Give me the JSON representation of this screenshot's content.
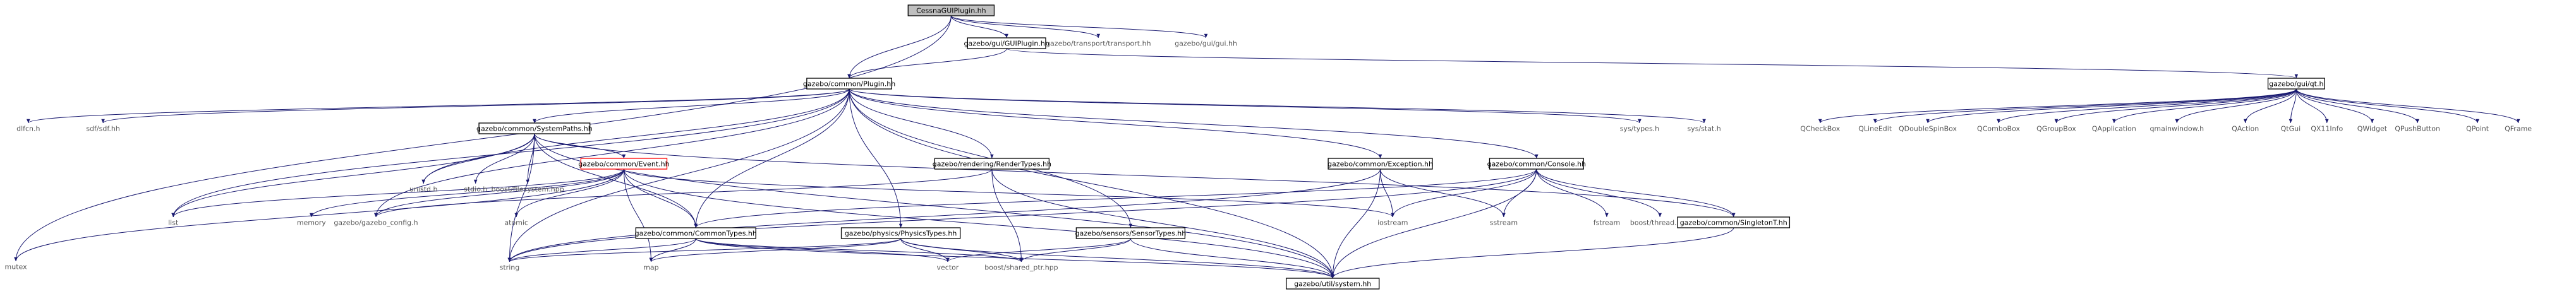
{
  "nodes": [
    {
      "id": "root",
      "label": "CessnaGUIPlugin.hh",
      "style": "filled"
    },
    {
      "id": "guiplugin",
      "label": "gazebo/gui/GUIPlugin.hh",
      "style": "boxed"
    },
    {
      "id": "transport",
      "label": "gazebo/transport/transport.hh",
      "style": "plain"
    },
    {
      "id": "guihh",
      "label": "gazebo/gui/gui.hh",
      "style": "plain"
    },
    {
      "id": "mutex",
      "label": "mutex",
      "style": "plain"
    },
    {
      "id": "plugin",
      "label": "gazebo/common/Plugin.hh",
      "style": "boxed"
    },
    {
      "id": "qt",
      "label": "gazebo/gui/qt.h",
      "style": "boxed"
    },
    {
      "id": "dlfcn",
      "label": "dlfcn.h",
      "style": "plain"
    },
    {
      "id": "sdf",
      "label": "sdf/sdf.hh",
      "style": "plain"
    },
    {
      "id": "systempaths",
      "label": "gazebo/common/SystemPaths.hh",
      "style": "boxed"
    },
    {
      "id": "systypes",
      "label": "sys/types.h",
      "style": "plain"
    },
    {
      "id": "sysstat",
      "label": "sys/stat.h",
      "style": "plain"
    },
    {
      "id": "qcheckbox",
      "label": "QCheckBox",
      "style": "plain"
    },
    {
      "id": "qlineedit",
      "label": "QLineEdit",
      "style": "plain"
    },
    {
      "id": "qdoublespinbox",
      "label": "QDoubleSpinBox",
      "style": "plain"
    },
    {
      "id": "qcombobox",
      "label": "QComboBox",
      "style": "plain"
    },
    {
      "id": "qgroupbox",
      "label": "QGroupBox",
      "style": "plain"
    },
    {
      "id": "qapplication",
      "label": "QApplication",
      "style": "plain"
    },
    {
      "id": "qmainwindow",
      "label": "qmainwindow.h",
      "style": "plain"
    },
    {
      "id": "qaction",
      "label": "QAction",
      "style": "plain"
    },
    {
      "id": "qtgui",
      "label": "QtGui",
      "style": "plain"
    },
    {
      "id": "qx11info",
      "label": "QX11Info",
      "style": "plain"
    },
    {
      "id": "qwidget",
      "label": "QWidget",
      "style": "plain"
    },
    {
      "id": "qpushbutton",
      "label": "QPushButton",
      "style": "plain"
    },
    {
      "id": "qpoint",
      "label": "QPoint",
      "style": "plain"
    },
    {
      "id": "qframe",
      "label": "QFrame",
      "style": "plain"
    },
    {
      "id": "unistd",
      "label": "unistd.h",
      "style": "plain"
    },
    {
      "id": "stdio",
      "label": "stdio.h",
      "style": "plain"
    },
    {
      "id": "boostfs",
      "label": "boost/filesystem.hpp",
      "style": "plain"
    },
    {
      "id": "event",
      "label": "gazebo/common/Event.hh",
      "style": "red"
    },
    {
      "id": "rendertypes",
      "label": "gazebo/rendering/RenderTypes.hh",
      "style": "boxed"
    },
    {
      "id": "exception",
      "label": "gazebo/common/Exception.hh",
      "style": "boxed"
    },
    {
      "id": "console",
      "label": "gazebo/common/Console.hh",
      "style": "boxed"
    },
    {
      "id": "list",
      "label": "list",
      "style": "plain"
    },
    {
      "id": "memory",
      "label": "memory",
      "style": "plain"
    },
    {
      "id": "config",
      "label": "gazebo/gazebo_config.h",
      "style": "plain"
    },
    {
      "id": "atomic",
      "label": "atomic",
      "style": "plain"
    },
    {
      "id": "iostream",
      "label": "iostream",
      "style": "plain"
    },
    {
      "id": "sstream",
      "label": "sstream",
      "style": "plain"
    },
    {
      "id": "fstream",
      "label": "fstream",
      "style": "plain"
    },
    {
      "id": "boostthread",
      "label": "boost/thread.hpp",
      "style": "plain"
    },
    {
      "id": "singleton",
      "label": "gazebo/common/SingletonT.hh",
      "style": "boxed"
    },
    {
      "id": "commontypes",
      "label": "gazebo/common/CommonTypes.hh",
      "style": "boxed"
    },
    {
      "id": "physicstypes",
      "label": "gazebo/physics/PhysicsTypes.hh",
      "style": "boxed"
    },
    {
      "id": "sensortypes",
      "label": "gazebo/sensors/SensorTypes.hh",
      "style": "boxed"
    },
    {
      "id": "string",
      "label": "string",
      "style": "plain"
    },
    {
      "id": "map",
      "label": "map",
      "style": "plain"
    },
    {
      "id": "vector",
      "label": "vector",
      "style": "plain"
    },
    {
      "id": "sharedptr",
      "label": "boost/shared_ptr.hpp",
      "style": "plain"
    },
    {
      "id": "system",
      "label": "gazebo/util/system.hh",
      "style": "boxed"
    }
  ],
  "edges": [
    [
      "root",
      "guiplugin"
    ],
    [
      "root",
      "transport"
    ],
    [
      "root",
      "guihh"
    ],
    [
      "root",
      "mutex"
    ],
    [
      "root",
      "plugin"
    ],
    [
      "guiplugin",
      "plugin"
    ],
    [
      "guiplugin",
      "qt"
    ],
    [
      "qt",
      "qcheckbox"
    ],
    [
      "qt",
      "qlineedit"
    ],
    [
      "qt",
      "qdoublespinbox"
    ],
    [
      "qt",
      "qcombobox"
    ],
    [
      "qt",
      "qgroupbox"
    ],
    [
      "qt",
      "qapplication"
    ],
    [
      "qt",
      "qmainwindow"
    ],
    [
      "qt",
      "qaction"
    ],
    [
      "qt",
      "qtgui"
    ],
    [
      "qt",
      "qx11info"
    ],
    [
      "qt",
      "qwidget"
    ],
    [
      "qt",
      "qpushbutton"
    ],
    [
      "qt",
      "qpoint"
    ],
    [
      "qt",
      "qframe"
    ],
    [
      "plugin",
      "dlfcn"
    ],
    [
      "plugin",
      "sdf"
    ],
    [
      "plugin",
      "systempaths"
    ],
    [
      "plugin",
      "unistd"
    ],
    [
      "plugin",
      "list"
    ],
    [
      "plugin",
      "config"
    ],
    [
      "plugin",
      "string"
    ],
    [
      "plugin",
      "commontypes"
    ],
    [
      "plugin",
      "physicstypes"
    ],
    [
      "plugin",
      "rendertypes"
    ],
    [
      "plugin",
      "sensortypes"
    ],
    [
      "plugin",
      "exception"
    ],
    [
      "plugin",
      "console"
    ],
    [
      "plugin",
      "systypes"
    ],
    [
      "plugin",
      "sysstat"
    ],
    [
      "plugin",
      "system"
    ],
    [
      "systempaths",
      "unistd"
    ],
    [
      "systempaths",
      "stdio"
    ],
    [
      "systempaths",
      "boostfs"
    ],
    [
      "systempaths",
      "list"
    ],
    [
      "systempaths",
      "string"
    ],
    [
      "systempaths",
      "event"
    ],
    [
      "systempaths",
      "singleton"
    ],
    [
      "systempaths",
      "system"
    ],
    [
      "systempaths",
      "commontypes"
    ],
    [
      "event",
      "atomic"
    ],
    [
      "event",
      "list"
    ],
    [
      "event",
      "map"
    ],
    [
      "event",
      "memory"
    ],
    [
      "event",
      "config"
    ],
    [
      "event",
      "commontypes"
    ],
    [
      "event",
      "iostream"
    ],
    [
      "event",
      "system"
    ],
    [
      "event",
      "mutex"
    ],
    [
      "rendertypes",
      "sharedptr"
    ],
    [
      "rendertypes",
      "system"
    ],
    [
      "rendertypes",
      "config"
    ],
    [
      "exception",
      "iostream"
    ],
    [
      "exception",
      "sstream"
    ],
    [
      "exception",
      "string"
    ],
    [
      "exception",
      "system"
    ],
    [
      "console",
      "iostream"
    ],
    [
      "console",
      "fstream"
    ],
    [
      "console",
      "sstream"
    ],
    [
      "console",
      "string"
    ],
    [
      "console",
      "boostthread"
    ],
    [
      "console",
      "singleton"
    ],
    [
      "console",
      "system"
    ],
    [
      "console",
      "commontypes"
    ],
    [
      "singleton",
      "system"
    ],
    [
      "commontypes",
      "string"
    ],
    [
      "commontypes",
      "map"
    ],
    [
      "commontypes",
      "vector"
    ],
    [
      "commontypes",
      "sharedptr"
    ],
    [
      "commontypes",
      "system"
    ],
    [
      "physicstypes",
      "map"
    ],
    [
      "physicstypes",
      "string"
    ],
    [
      "physicstypes",
      "vector"
    ],
    [
      "physicstypes",
      "sharedptr"
    ],
    [
      "physicstypes",
      "system"
    ],
    [
      "sensortypes",
      "vector"
    ],
    [
      "sensortypes",
      "sharedptr"
    ],
    [
      "sensortypes",
      "system"
    ]
  ]
}
